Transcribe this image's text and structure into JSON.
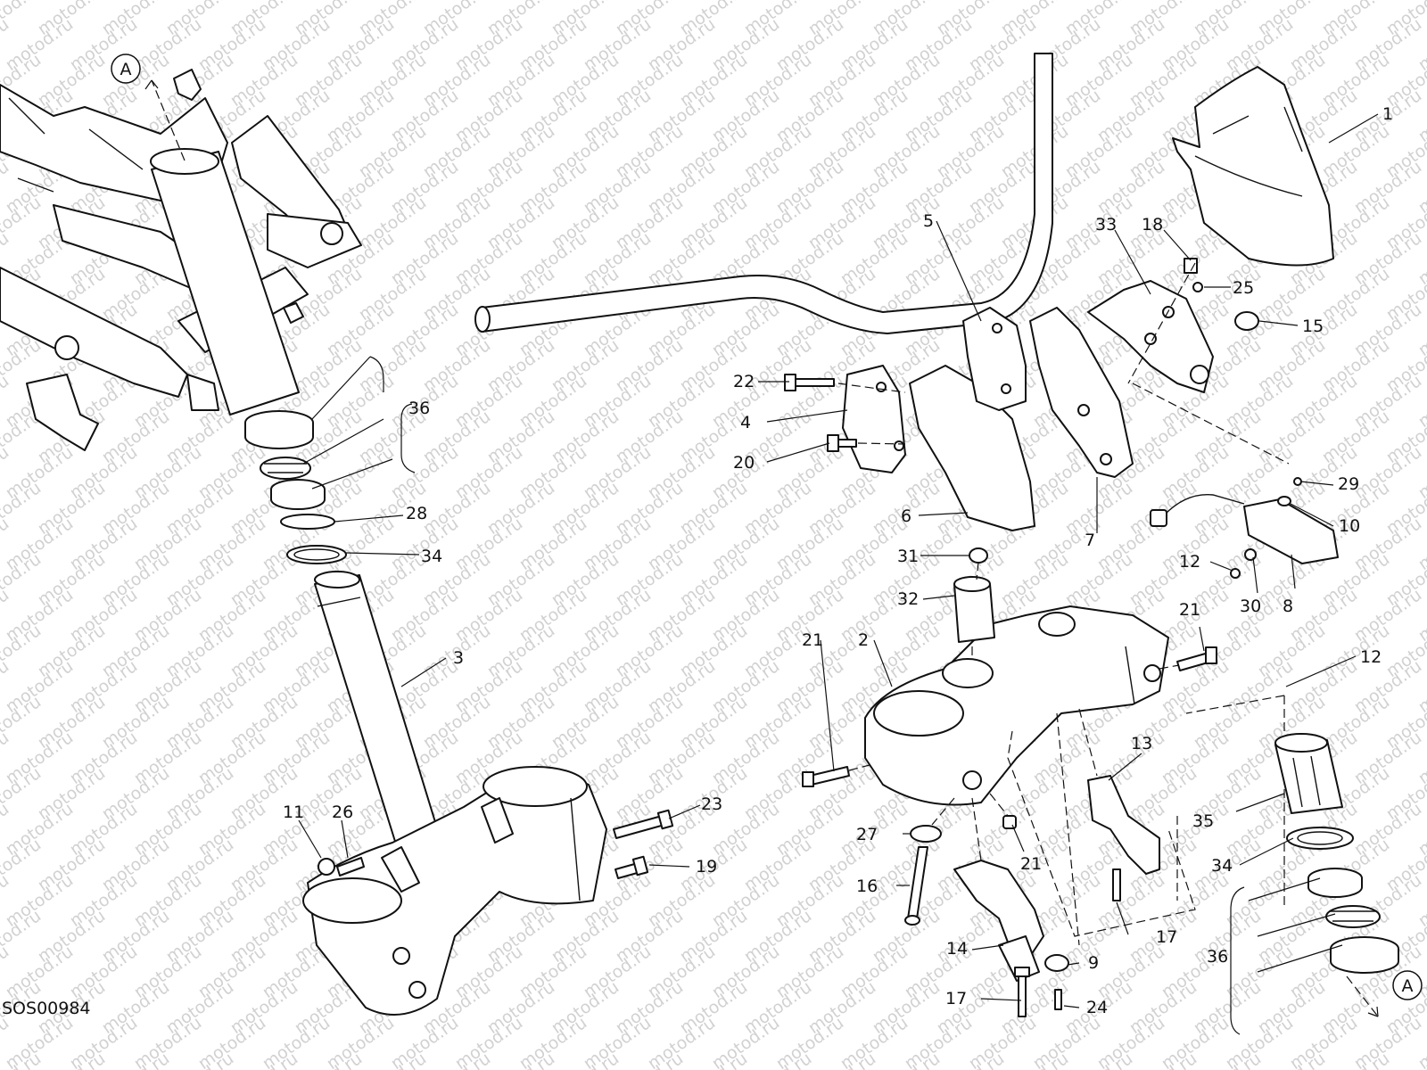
{
  "diagram": {
    "code": "SOS00984",
    "watermark": "motod.ru",
    "reference_marker": "A",
    "callouts": [
      "1",
      "2",
      "3",
      "4",
      "5",
      "6",
      "7",
      "8",
      "9",
      "10",
      "11",
      "12",
      "12",
      "13",
      "14",
      "15",
      "16",
      "17",
      "17",
      "18",
      "19",
      "20",
      "21",
      "21",
      "21",
      "22",
      "23",
      "24",
      "25",
      "26",
      "27",
      "28",
      "29",
      "30",
      "31",
      "32",
      "33",
      "34",
      "34",
      "35",
      "36",
      "36"
    ]
  }
}
